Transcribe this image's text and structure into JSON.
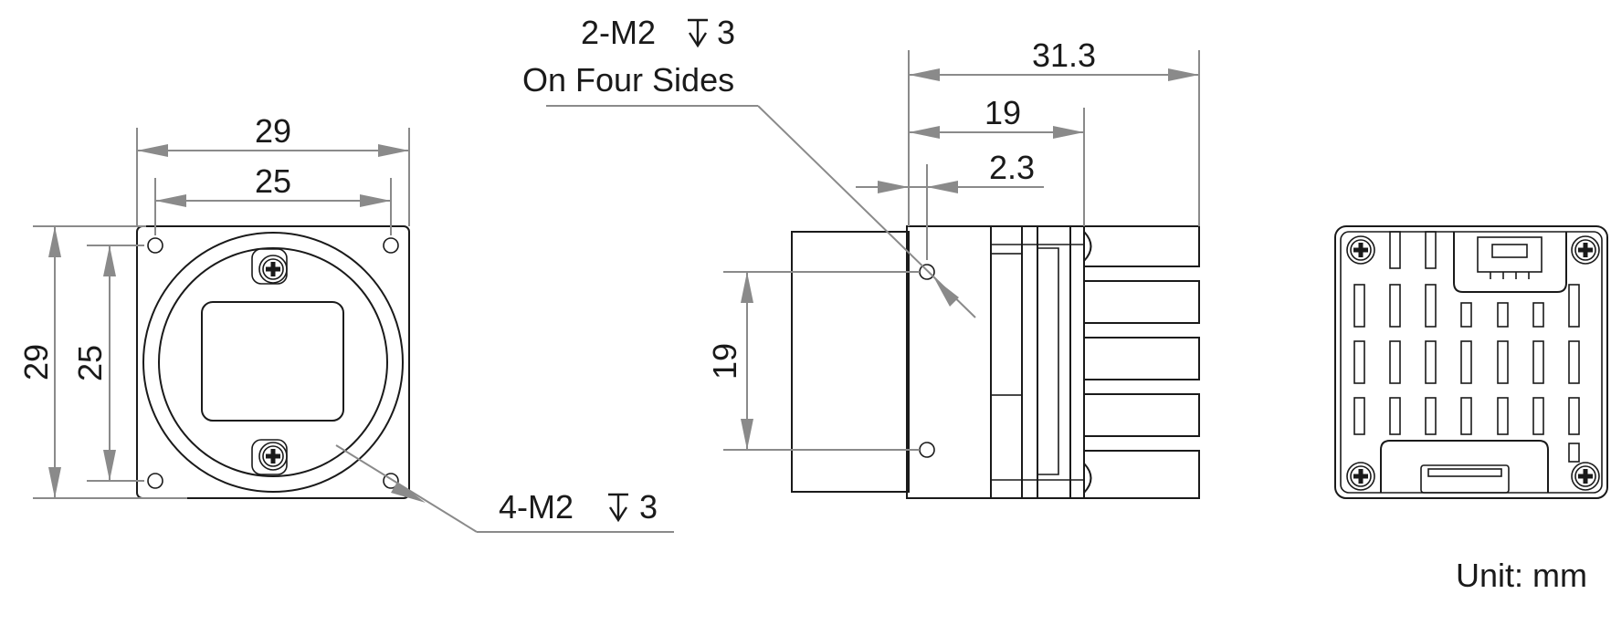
{
  "front_view": {
    "width_outer": "29",
    "width_holes": "25",
    "height_outer": "29",
    "height_holes": "25",
    "callout_holes": "4-M2",
    "callout_depth": "3"
  },
  "side_view": {
    "length_total": "31.3",
    "length_body": "19",
    "offset_hole": "2.3",
    "height_holes": "19",
    "callout_holes": "2-M2",
    "callout_depth": "3",
    "callout_note": "On Four Sides"
  },
  "units": "Unit: mm",
  "icons": {
    "depth_symbol": "depth-symbol-icon",
    "screw_head": "phillips-screw-icon"
  }
}
